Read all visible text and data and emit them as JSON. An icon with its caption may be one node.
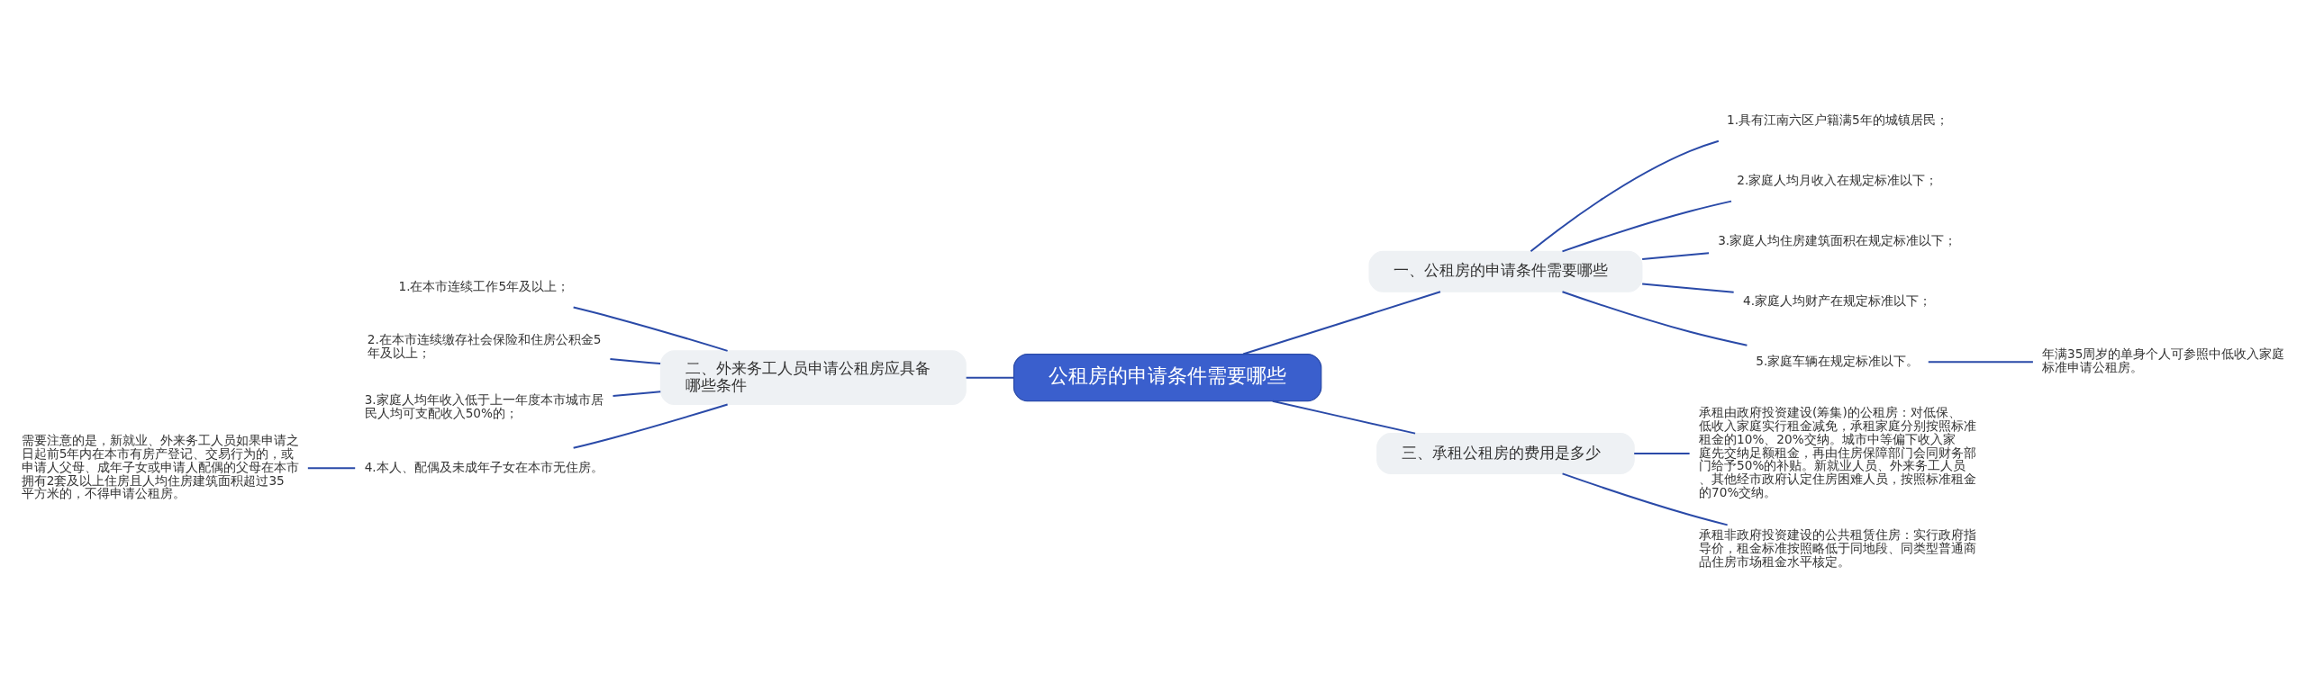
{
  "diagram": {
    "nodes": [
      {
        "text": [
          "公租房的申请条件需要哪些"
        ]
      },
      {
        "text": [
          "一、公租房的申请条件需要哪些"
        ]
      },
      {
        "text": [
          "1.具有江南六区户籍满5年的城镇居民；"
        ]
      },
      {
        "text": [
          "2.家庭人均月收入在规定标准以下；"
        ]
      },
      {
        "text": [
          "3.家庭人均住房建筑面积在规定标准以下；"
        ]
      },
      {
        "text": [
          "4.家庭人均财产在规定标准以下；"
        ]
      },
      {
        "text": [
          "5.家庭车辆在规定标准以下。"
        ]
      },
      {
        "text": [
          "年满35周岁的单身个人可参照中低收入家庭标准申请公租房。"
        ]
      },
      {
        "text": [
          "二、外来务工人员申请公租房应具备哪些条件"
        ]
      },
      {
        "text": [
          "1.在本市连续工作5年及以上；"
        ]
      },
      {
        "text": [
          "2.在本市连续缴存社会保险和住房公积金5年及以上；"
        ]
      },
      {
        "text": [
          "3.家庭人均年收入低于上一年度本市城市居民人均可支配收入50%的；"
        ]
      },
      {
        "text": [
          "4.本人、配偶及未成年子女在本市无住房。"
        ]
      },
      {
        "text": [
          "需要注意的是，新就业、外来务工人员如果申请之日起前5年内在本市有房产登记、交易行为的，或申请人父母、成年子女或申请人配偶的父母在本市拥有2套及以上住房且人均住房建筑面积超过35平方米的，不得申请公租房。"
        ]
      },
      {
        "text": [
          "三、承租公租房的费用是多少"
        ]
      },
      {
        "text": [
          "承租由政府投资建设(筹集)的公租房：对低保、低收入家庭实行租金减免，承租家庭分别按照标准租金的10%、20%交纳。城市中等偏下收入家庭先交纳足额租金，再由住房保障部门会同财务部门给予50%的补贴。新就业人员、外来务工人员、其他经市政府认定住房困难人员，按照标准租金的70%交纳。"
        ]
      },
      {
        "text": [
          "承租非政府投资建设的公共租赁住房：实行政府指导价，租金标准按照略低于同地段、同类型普通商品住房市场租金水平核定。"
        ]
      }
    ],
    "edges": [
      {
        "from": 0,
        "to": 1,
        "arrow": "none"
      },
      {
        "from": 1,
        "to": 2,
        "arrow": "none"
      },
      {
        "from": 1,
        "to": 3,
        "arrow": "none"
      },
      {
        "from": 1,
        "to": 4,
        "arrow": "none"
      },
      {
        "from": 1,
        "to": 5,
        "arrow": "none"
      },
      {
        "from": 1,
        "to": 6,
        "arrow": "none"
      },
      {
        "from": 6,
        "to": 7,
        "arrow": "none"
      },
      {
        "from": 0,
        "to": 8,
        "arrow": "none"
      },
      {
        "from": 8,
        "to": 9,
        "arrow": "none"
      },
      {
        "from": 8,
        "to": 10,
        "arrow": "none"
      },
      {
        "from": 8,
        "to": 11,
        "arrow": "none"
      },
      {
        "from": 8,
        "to": 12,
        "arrow": "none"
      },
      {
        "from": 12,
        "to": 13,
        "arrow": "none"
      },
      {
        "from": 0,
        "to": 14,
        "arrow": "none"
      },
      {
        "from": 14,
        "to": 15,
        "arrow": "none"
      },
      {
        "from": 14,
        "to": 16,
        "arrow": "none"
      }
    ]
  }
}
